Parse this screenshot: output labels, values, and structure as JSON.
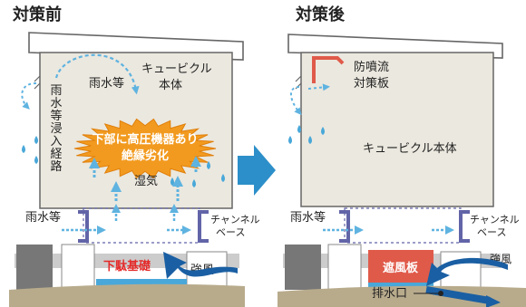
{
  "before": {
    "title": "対策前",
    "rain": "雨水等",
    "cubicle": [
      "キュービクル",
      "本体"
    ],
    "path": "雨水等浸入経路",
    "burst": [
      "下部に高圧機器あり",
      "絶縁劣化"
    ],
    "humidity": "湿気",
    "rain_lower": "雨水等",
    "channel": [
      "チャンネル",
      "ベース"
    ],
    "foundation": "下駄基礎",
    "wind": "強風"
  },
  "after": {
    "title": "対策後",
    "baffle": [
      "防噴流",
      "対策板"
    ],
    "cubicle": "キュービクル本体",
    "rain_lower": "雨水等",
    "channel": [
      "チャンネル",
      "ベース"
    ],
    "shield": "遮風板",
    "wind": "強風",
    "drain": "排水口"
  },
  "colors": {
    "panel": "#ebe8df",
    "arrow_light": "#5fb3e0",
    "arrow_dark": "#1a5fa3",
    "burst": "#f29a1f",
    "shield": "#e05a4a",
    "ground": "#b8ab8c",
    "water": "#49a8d9",
    "block": "#777777",
    "channel": "#6264a8",
    "accent_red": "#e52a2a",
    "big_arrow": "#2c8fc9"
  }
}
